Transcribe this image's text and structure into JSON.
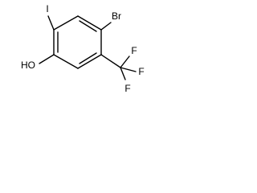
{
  "molecule": {
    "labels": {
      "iodine": "I",
      "bromine": "Br",
      "hydroxyl": "HO",
      "fluorine_top": "F",
      "fluorine_right": "F",
      "fluorine_bottom": "F"
    }
  }
}
